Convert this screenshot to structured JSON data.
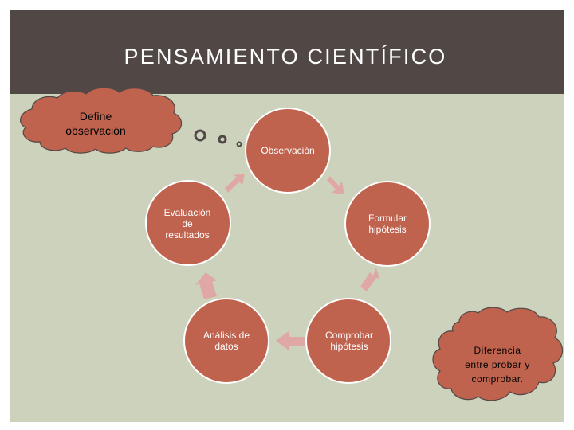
{
  "slide": {
    "title": "PENSAMIENTO CIENTÍFICO"
  },
  "cycle": {
    "nodes": [
      {
        "id": "observacion",
        "label": "Observación"
      },
      {
        "id": "formular",
        "label": "Formular hipótesis"
      },
      {
        "id": "comprobar",
        "label": "Comprobar hipótesis"
      },
      {
        "id": "analisis",
        "label": "Análisis de datos"
      },
      {
        "id": "evaluacion",
        "label": "Evaluación de resultados"
      }
    ],
    "colors": {
      "node_fill": "#c0634e",
      "node_stroke": "#ffffff",
      "arrow_fill": "#e0a8a4",
      "background": "#cdd2bd",
      "header": "#514846"
    }
  },
  "callouts": {
    "define": {
      "line1": "Define",
      "line2": "observación"
    },
    "diferencia": {
      "line1": "Diferencia",
      "line2": "entre probar y",
      "line3": "comprobar."
    }
  }
}
